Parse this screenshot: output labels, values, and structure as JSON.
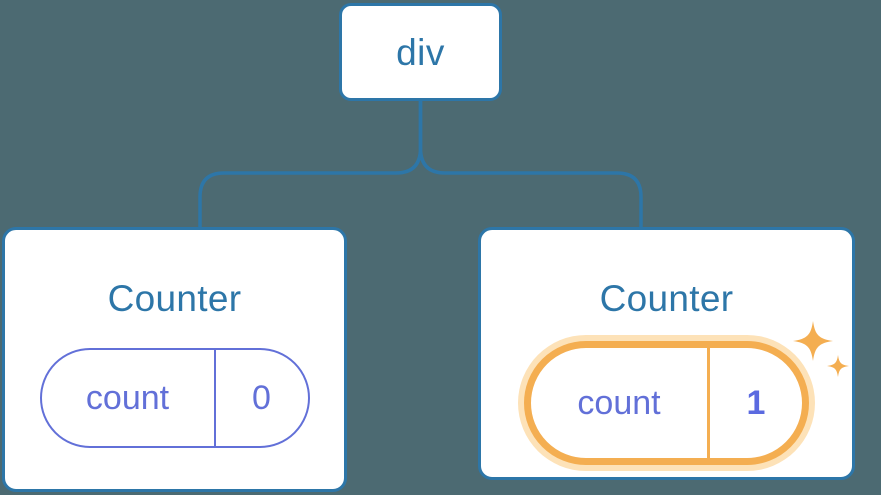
{
  "diagram": {
    "type": "component-tree",
    "background_color": "#4c6a72",
    "accent_blue": "#2d76a8",
    "accent_purple": "#6270d8",
    "accent_orange": "#f4ae51",
    "accent_orange_glow": "#fde2b8"
  },
  "root": {
    "label": "div"
  },
  "children": [
    {
      "title": "Counter",
      "state": {
        "key": "count",
        "value": "0",
        "highlighted": false
      }
    },
    {
      "title": "Counter",
      "state": {
        "key": "count",
        "value": "1",
        "highlighted": true
      },
      "sparkle": {
        "name": "sparkle-icon",
        "color": "#f4ae51"
      }
    }
  ]
}
